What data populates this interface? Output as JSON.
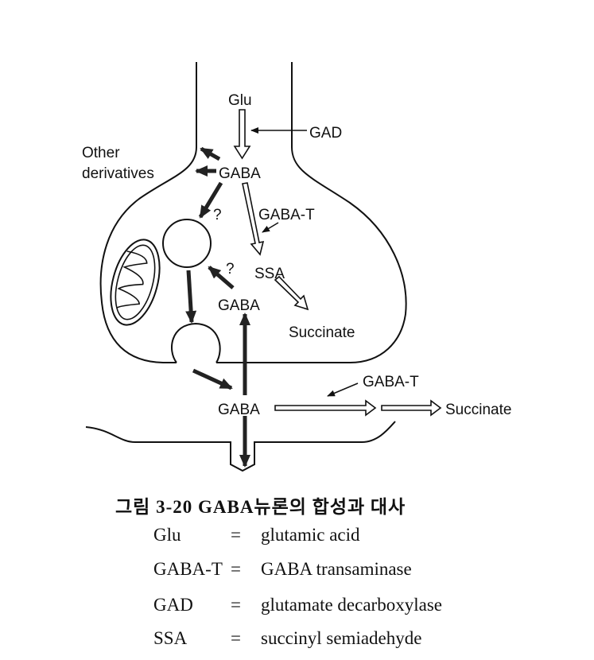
{
  "diagram": {
    "labels": {
      "glu": "Glu",
      "gad": "GAD",
      "other": "Other",
      "derivatives": "derivatives",
      "gaba_top": "GABA",
      "q1": "?",
      "gabat_top": "GABA-T",
      "ssa": "SSA",
      "q2": "?",
      "gaba_mid": "GABA",
      "succinate_top": "Succinate",
      "gabat_bottom": "GABA-T",
      "gaba_cleft": "GABA",
      "succinate_bottom": "Succinate"
    }
  },
  "caption": {
    "title": "그림 3-20  GABA뉴론의 합성과 대사",
    "legend": [
      {
        "abbr": "Glu",
        "eq": "=",
        "meaning": "glutamic acid"
      },
      {
        "abbr": "GABA-T",
        "eq": "=",
        "meaning": "GABA transaminase"
      },
      {
        "abbr": "GAD",
        "eq": "=",
        "meaning": "glutamate decarboxylase"
      },
      {
        "abbr": "SSA",
        "eq": "=",
        "meaning": "succinyl semiadehyde"
      }
    ]
  }
}
